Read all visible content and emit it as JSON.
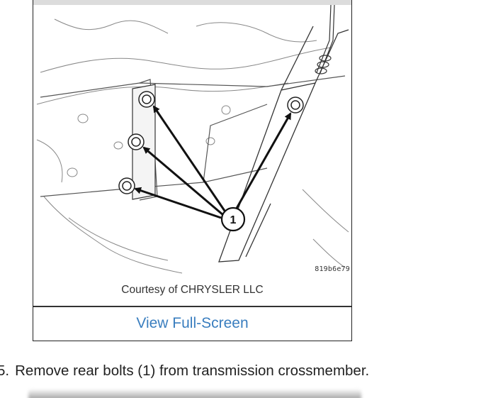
{
  "figure": {
    "callout_label": "1",
    "figure_id": "819b6e79",
    "caption": "Courtesy of CHRYSLER LLC",
    "view_link_label": "View Full-Screen"
  },
  "step": {
    "number": "5.",
    "text": "Remove rear bolts (1) from transmission crossmember."
  },
  "colors": {
    "link": "#3a7ebf",
    "text": "#222222",
    "border": "#222222"
  }
}
